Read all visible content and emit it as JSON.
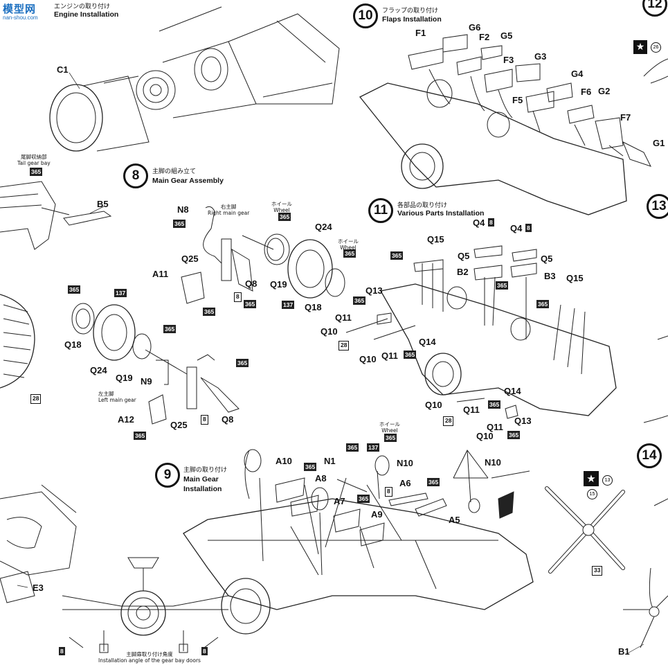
{
  "watermark": {
    "title": "模型网",
    "url": "nan-shou.com"
  },
  "steps": {
    "engine": {
      "jp": "エンジンの取り付け",
      "en": "Engine Installation"
    },
    "s8": {
      "num": "8",
      "jp": "主脚の組み立て",
      "en": "Main Gear Assembly"
    },
    "s9": {
      "num": "9",
      "jp": "主脚の取り付け",
      "en1": "Main Gear",
      "en2": "Installation"
    },
    "s10": {
      "num": "10",
      "jp": "フラップの取り付け",
      "en": "Flaps Installation"
    },
    "s11": {
      "num": "11",
      "jp": "各部品の取り付け",
      "en": "Various Parts Installation"
    },
    "s12": {
      "num": "12"
    },
    "s13": {
      "num": "13"
    },
    "s14": {
      "num": "14"
    }
  },
  "notes": {
    "tail_jp": "尾脚収納部",
    "tail_en": "Tail gear bay",
    "right_jp": "右主脚",
    "right_en": "Right main gear",
    "left_jp": "左主脚",
    "left_en": "Left main gear",
    "wheel_jp": "ホイール",
    "wheel_en": "Wheel",
    "angle_jp": "主脚扉取り付け角度",
    "angle_en": "Installation angle of the gear bay doors"
  },
  "parts": {
    "C1": "C1",
    "B5": "B5",
    "E3": "E3",
    "N8": "N8",
    "Q25": "Q25",
    "A11": "A11",
    "Q8": "Q8",
    "Q19": "Q19",
    "Q24": "Q24",
    "Q18": "Q18",
    "N9": "N9",
    "A12": "A12",
    "A10": "A10",
    "A8": "A8",
    "A7": "A7",
    "A9": "A9",
    "N1": "N1",
    "N10": "N10",
    "A6": "A6",
    "A5": "A5",
    "F1": "F1",
    "F2": "F2",
    "F3": "F3",
    "F5": "F5",
    "F6": "F6",
    "F7": "F7",
    "G1": "G1",
    "G2": "G2",
    "G3": "G3",
    "G4": "G4",
    "G5": "G5",
    "G6": "G6",
    "Q4": "Q4",
    "Q5": "Q5",
    "Q15": "Q15",
    "B2": "B2",
    "B3": "B3",
    "Q13": "Q13",
    "Q11": "Q11",
    "Q10": "Q10",
    "Q14": "Q14",
    "B1": "B1"
  },
  "codes": {
    "c365": "365",
    "c137": "137",
    "c28": "28",
    "c8": "8",
    "c33": "33"
  },
  "decals": {
    "d26": "26",
    "d13": "13",
    "d15": "15"
  },
  "colors": {
    "line": "#111111",
    "watermark": "#1b6fc0",
    "paper": "#ffffff"
  }
}
